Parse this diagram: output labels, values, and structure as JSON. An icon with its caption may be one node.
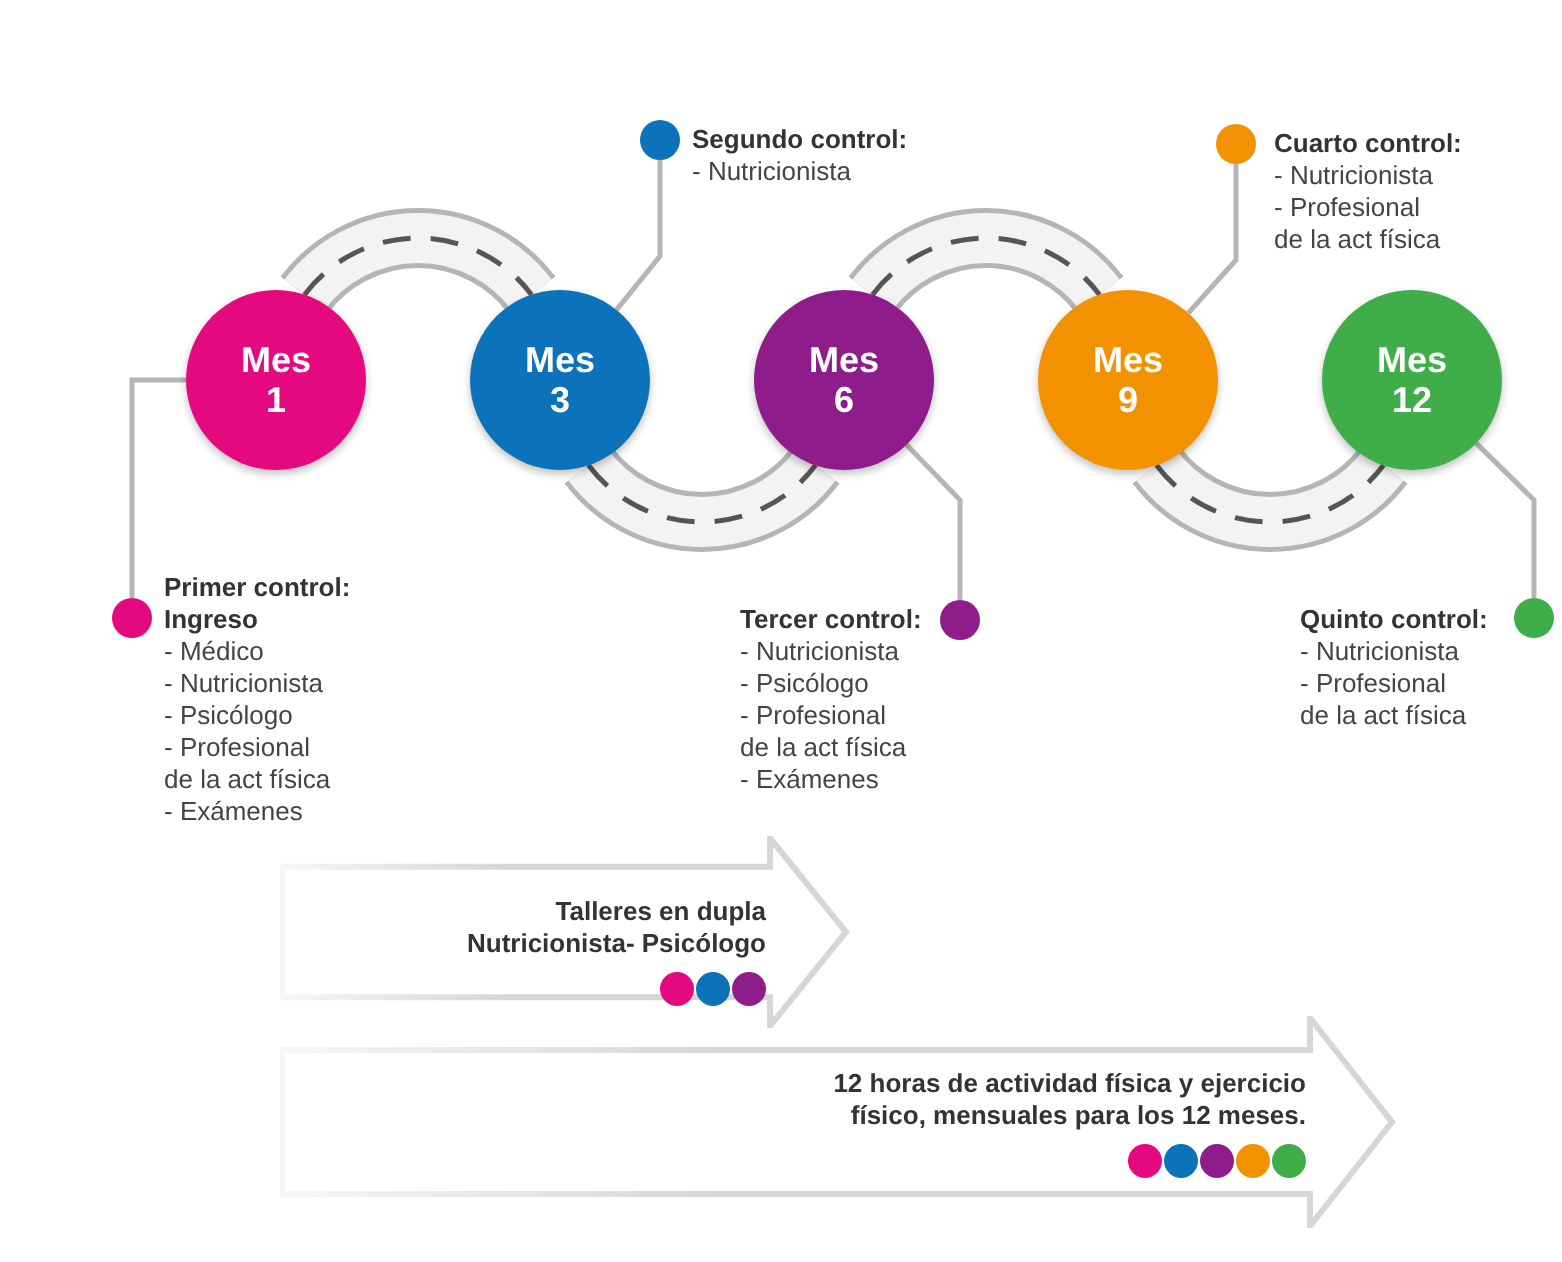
{
  "diagram": {
    "nodes": [
      {
        "text": [
          "Mes 1"
        ]
      },
      {
        "text": [
          "Mes 3"
        ]
      },
      {
        "text": [
          "Mes 6"
        ]
      },
      {
        "text": [
          "Mes 9"
        ]
      },
      {
        "text": [
          "Mes 12"
        ]
      },
      {
        "text": [
          "Primer control: Ingreso",
          "- Médico",
          "- Nutricionista",
          "- Psicólogo",
          "- Profesional de la act física",
          "- Exámenes"
        ]
      },
      {
        "text": [
          "Segundo control:",
          "- Nutricionista"
        ]
      },
      {
        "text": [
          "Tercer control:",
          "- Nutricionista",
          "- Psicólogo",
          "- Profesional de la act física",
          "- Exámenes"
        ]
      },
      {
        "text": [
          "Cuarto control:",
          "- Nutricionista",
          "- Profesional de la act física"
        ]
      },
      {
        "text": [
          "Quinto control:",
          "- Nutricionista",
          "- Profesional de la act física"
        ]
      },
      {
        "text": [
          "Talleres en dupla Nutricionista- Psicólogo"
        ]
      },
      {
        "text": [
          "12 horas de actividad física y ejercicio físico, mensuales para los 12 meses."
        ]
      }
    ],
    "edges": [
      {
        "from": 0,
        "to": 1,
        "arrow": "none",
        "style": "thick"
      },
      {
        "from": 1,
        "to": 2,
        "arrow": "none",
        "style": "thick"
      },
      {
        "from": 2,
        "to": 3,
        "arrow": "none",
        "style": "thick"
      },
      {
        "from": 3,
        "to": 4,
        "arrow": "none",
        "style": "thick"
      },
      {
        "from": 0,
        "to": 5,
        "arrow": "none"
      },
      {
        "from": 1,
        "to": 6,
        "arrow": "none"
      },
      {
        "from": 2,
        "to": 7,
        "arrow": "none"
      },
      {
        "from": 3,
        "to": 8,
        "arrow": "none"
      },
      {
        "from": 4,
        "to": 9,
        "arrow": "none"
      }
    ]
  }
}
